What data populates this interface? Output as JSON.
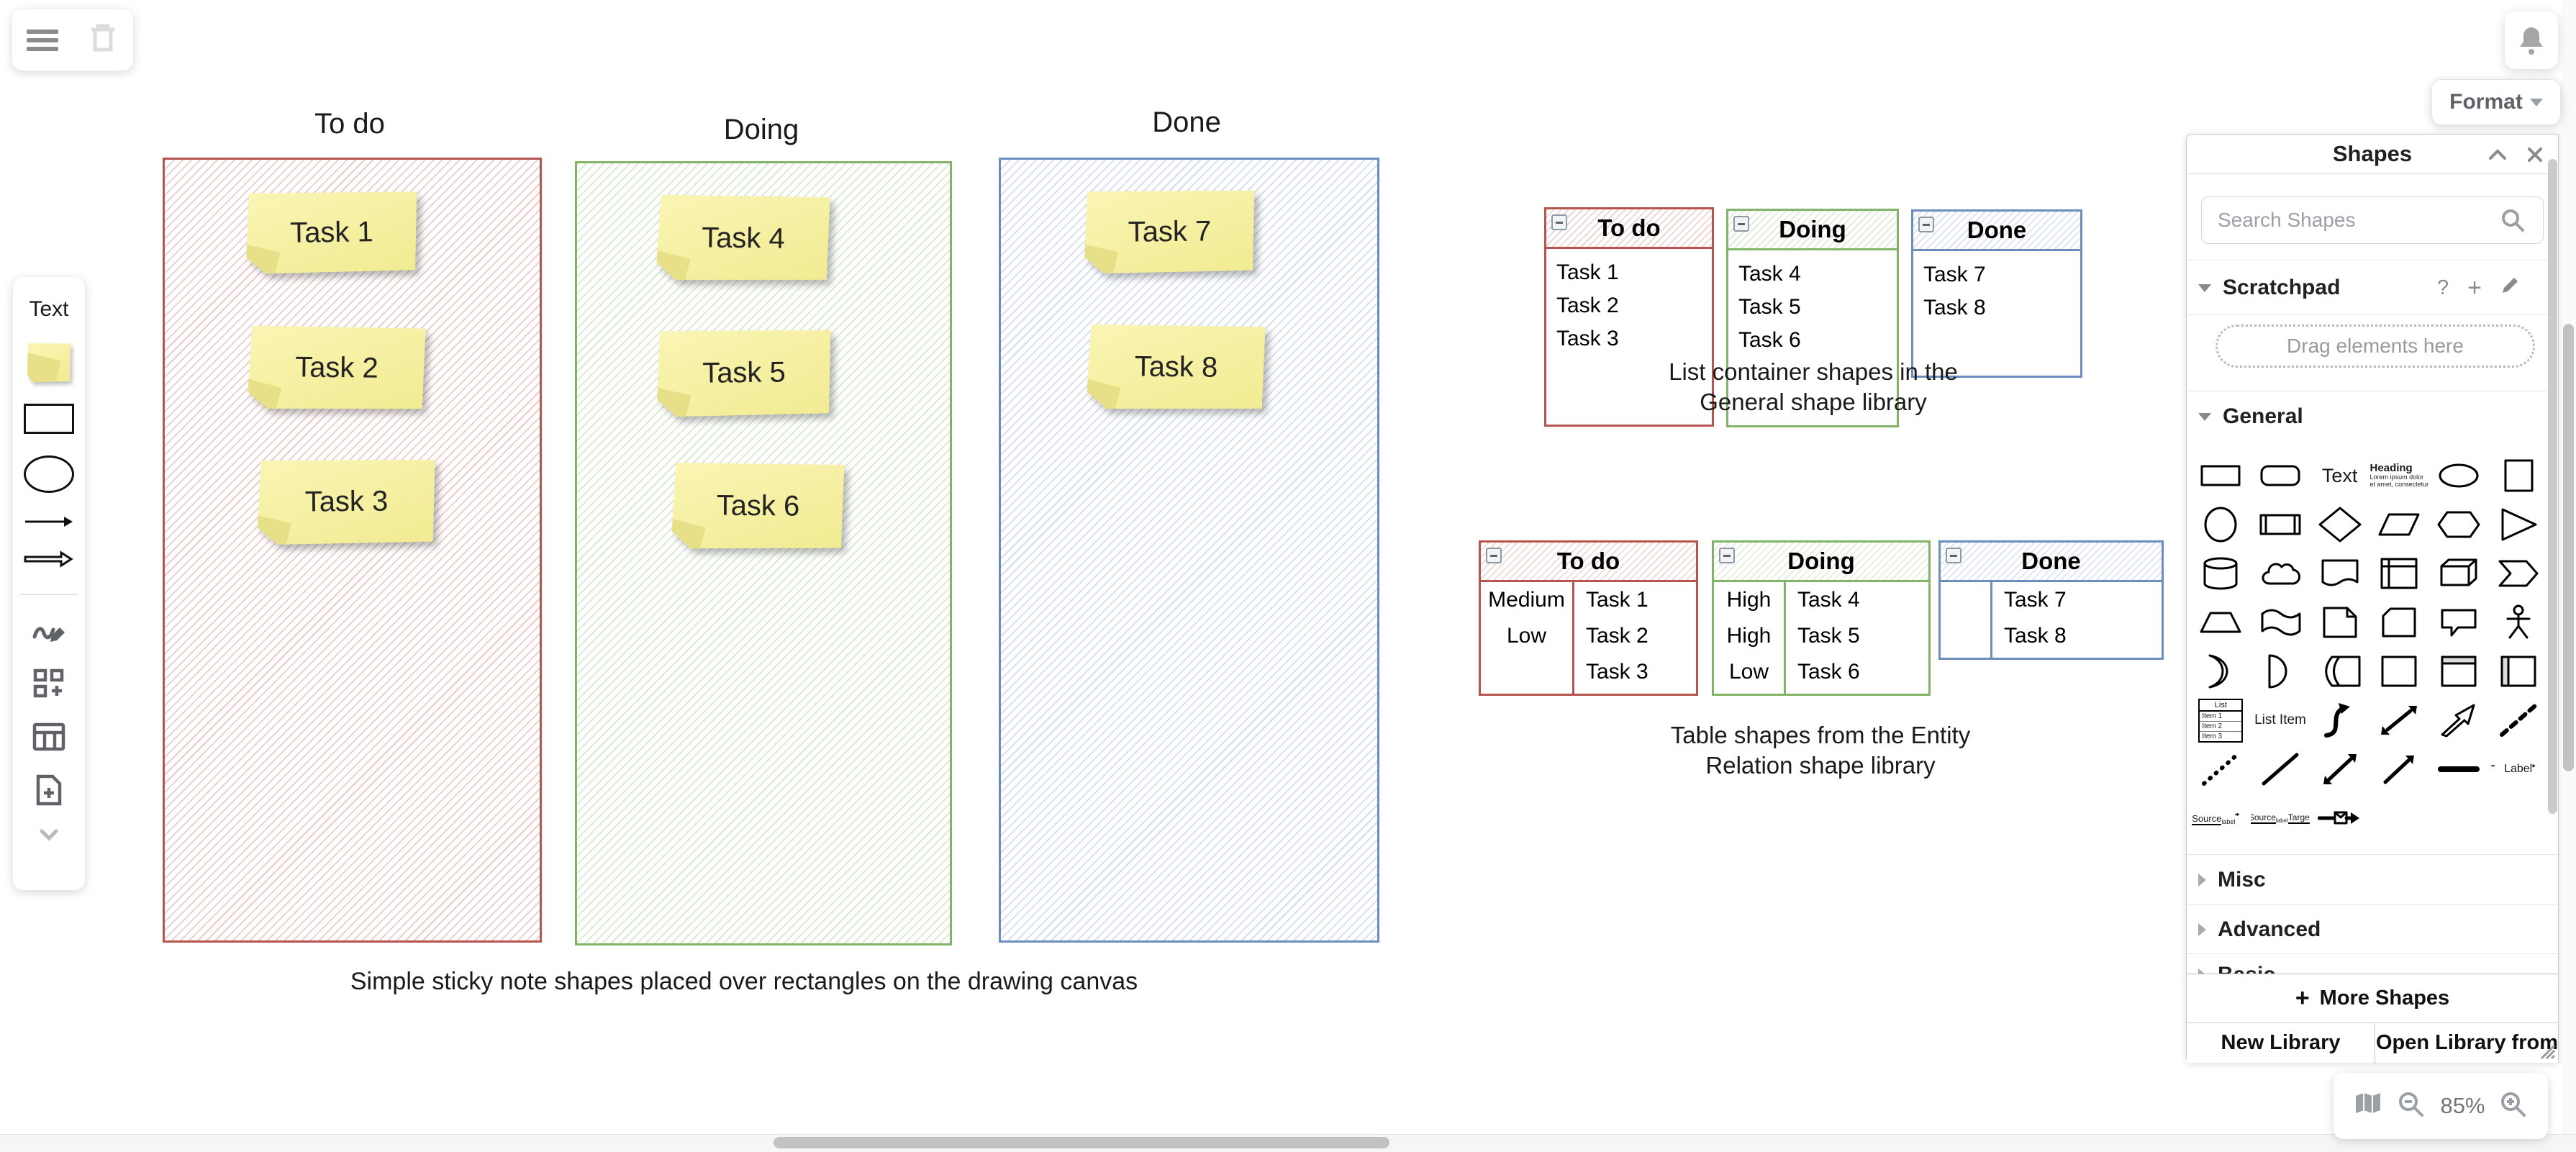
{
  "top_left_toolbar": {
    "menu_icon": "hamburger-menu",
    "delete_icon": "trash"
  },
  "left_palette": {
    "text_label": "Text"
  },
  "top_right": {
    "format_label": "Format"
  },
  "canvas": {
    "sticky_color": "#F5EFA0",
    "columns": [
      {
        "title": "To do",
        "color": "#B85450",
        "tasks": [
          "Task 1",
          "Task 2",
          "Task 3"
        ]
      },
      {
        "title": "Doing",
        "color": "#82B366",
        "tasks": [
          "Task 4",
          "Task 5",
          "Task 6"
        ]
      },
      {
        "title": "Done",
        "color": "#6C8EBF",
        "tasks": [
          "Task 7",
          "Task 8"
        ]
      }
    ],
    "caption_sticky": "Simple sticky note shapes placed over rectangles on the drawing canvas",
    "lists": [
      {
        "title": "To do",
        "color": "#B85450",
        "tasks": [
          "Task 1",
          "Task 2",
          "Task 3"
        ]
      },
      {
        "title": "Doing",
        "color": "#82B366",
        "tasks": [
          "Task 4",
          "Task 5",
          "Task 6"
        ]
      },
      {
        "title": "Done",
        "color": "#6C8EBF",
        "tasks": [
          "Task 7",
          "Task 8"
        ]
      }
    ],
    "caption_lists_line1": "List container shapes in the",
    "caption_lists_line2": "General shape library",
    "tables": [
      {
        "title": "To do",
        "color": "#B85450",
        "rows": [
          [
            "Medium",
            "Task 1"
          ],
          [
            "Low",
            "Task 2"
          ],
          [
            "",
            "Task 3"
          ]
        ]
      },
      {
        "title": "Doing",
        "color": "#82B366",
        "rows": [
          [
            "High",
            "Task 4"
          ],
          [
            "High",
            "Task 5"
          ],
          [
            "Low",
            "Task 6"
          ]
        ]
      },
      {
        "title": "Done",
        "color": "#6C8EBF",
        "rows": [
          [
            "",
            "Task 7"
          ],
          [
            "",
            "Task 8"
          ]
        ]
      }
    ],
    "caption_tables_line1": "Table shapes from the Entity",
    "caption_tables_line2": "Relation shape library"
  },
  "shapes_panel": {
    "title": "Shapes",
    "search_placeholder": "Search Shapes",
    "scratchpad_label": "Scratchpad",
    "drag_hint": "Drag elements here",
    "general_label": "General",
    "misc_label": "Misc",
    "advanced_label": "Advanced",
    "basic_label": "Basic",
    "more_shapes_label": "More Shapes",
    "new_library_label": "New Library",
    "open_library_label": "Open Library from",
    "general_shapes": [
      "rectangle",
      "rounded-rectangle",
      "text",
      "textbox",
      "ellipse",
      "square",
      "circle",
      "process",
      "diamond",
      "parallelogram",
      "hexagon",
      "triangle",
      "cylinder",
      "cloud",
      "document",
      "internal-storage",
      "cube",
      "step",
      "trapezoid",
      "tape",
      "note",
      "card",
      "callout",
      "actor",
      "or",
      "and",
      "data-storage",
      "container",
      "vertical-container",
      "horizontal-container",
      "list",
      "list-item",
      "curve",
      "bidirectional-arrow",
      "arrow",
      "dashed-line",
      "dotted-line",
      "line",
      "double-arrow",
      "directional-arrow",
      "link",
      "labeled-link",
      "edge-with-label",
      "edge-source-target",
      "envelope-link"
    ],
    "glyphs": {
      "text": "Text",
      "heading": "Heading",
      "heading_body1": "Lorem ipsum dolor",
      "heading_body2": "et amet, consectetur",
      "list_title": "List",
      "list_items": [
        "Item 1",
        "Item 2",
        "Item 3"
      ],
      "list_item": "List Item",
      "label": "Label",
      "source": "Source",
      "target": "Target",
      "edge_label": "label"
    }
  },
  "zoom_toolbar": {
    "level": "85%"
  }
}
